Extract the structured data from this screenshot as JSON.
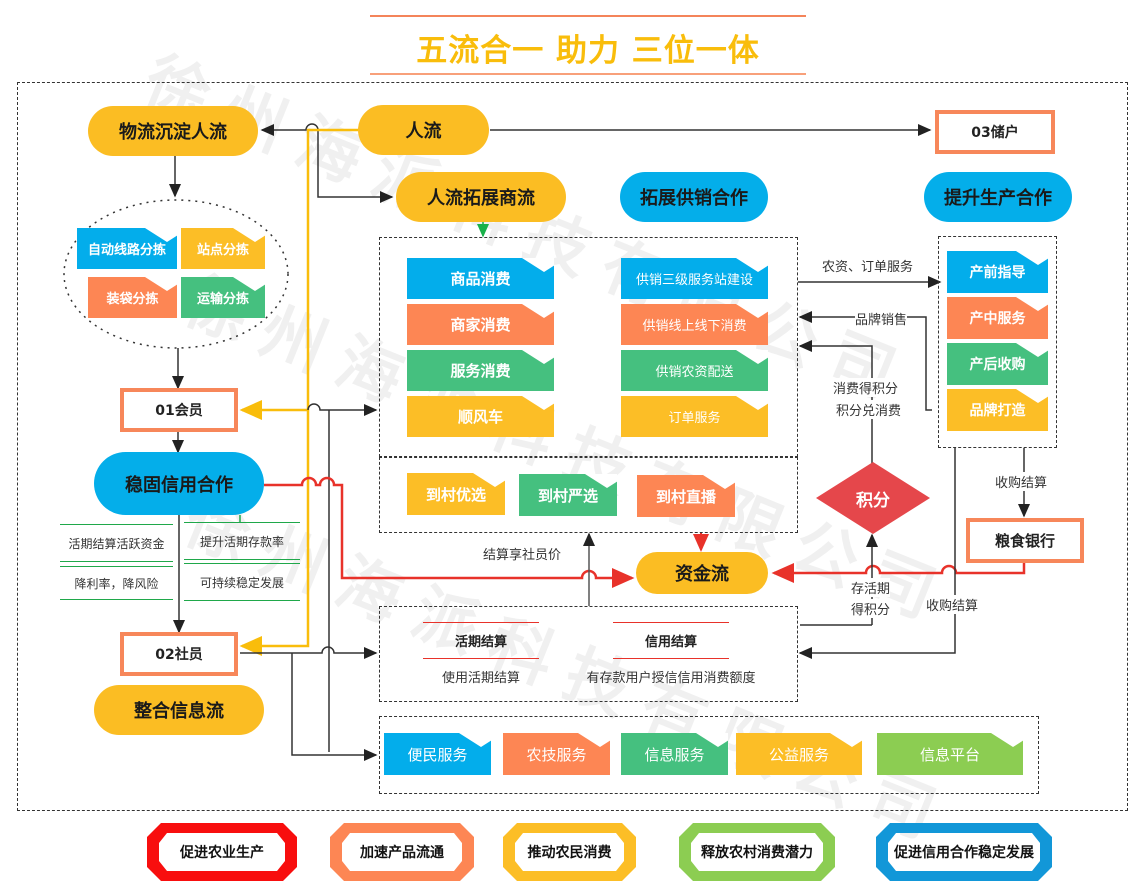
{
  "title": "五流合一  助力  三位一体",
  "nodes": {
    "logistics_flow": "物流沉淀人流",
    "people_flow": "人流",
    "people_to_business": "人流拓展商流",
    "supply_coop": "拓展供销合作",
    "production_coop": "提升生产合作",
    "member01": "01会员",
    "member02": "02社员",
    "member03": "03储户",
    "credit_coop": "稳固信用合作",
    "info_flow": "整合信息流",
    "capital_flow": "资金流",
    "points": "积分",
    "grain_bank": "粮食银行"
  },
  "sorting": [
    {
      "label": "自动线路分拣",
      "color": "blue"
    },
    {
      "label": "站点分拣",
      "color": "yellow"
    },
    {
      "label": "装袋分拣",
      "color": "orange"
    },
    {
      "label": "运输分拣",
      "color": "green"
    }
  ],
  "consumption": [
    {
      "label": "商品消费",
      "color": "blue"
    },
    {
      "label": "商家消费",
      "color": "orange"
    },
    {
      "label": "服务消费",
      "color": "green"
    },
    {
      "label": "顺风车",
      "color": "yellow"
    }
  ],
  "supply_items": [
    {
      "label": "供销三级服务站建设",
      "color": "blue"
    },
    {
      "label": "供销线上线下消费",
      "color": "orange"
    },
    {
      "label": "供销农资配送",
      "color": "green"
    },
    {
      "label": "订单服务",
      "color": "yellow"
    }
  ],
  "village": [
    {
      "label": "到村优选",
      "color": "yellow"
    },
    {
      "label": "到村严选",
      "color": "green"
    },
    {
      "label": "到村直播",
      "color": "orange"
    }
  ],
  "production_items": [
    {
      "label": "产前指导",
      "color": "blue"
    },
    {
      "label": "产中服务",
      "color": "orange"
    },
    {
      "label": "产后收购",
      "color": "green"
    },
    {
      "label": "品牌打造",
      "color": "yellow"
    }
  ],
  "credit_benefits": [
    "活期结算活跃资金",
    "提升活期存款率",
    "降利率，降风险",
    "可持续稳定发展"
  ],
  "settlement": [
    {
      "title": "活期结算",
      "desc": "使用活期结算"
    },
    {
      "title": "信用结算",
      "desc": "有存款用户授信信用消费额度"
    }
  ],
  "services": [
    {
      "label": "便民服务",
      "color": "blue"
    },
    {
      "label": "农技服务",
      "color": "orange"
    },
    {
      "label": "信息服务",
      "color": "green"
    },
    {
      "label": "公益服务",
      "color": "yellow"
    },
    {
      "label": "信息平台",
      "color": "lime"
    }
  ],
  "edge_labels": {
    "agri_order": "农资、订单服务",
    "brand_sales": "品牌销售",
    "points_earn": "消费得积分",
    "points_redeem": "积分兑消费",
    "purchase_settle_1": "收购结算",
    "purchase_settle_2": "收购结算",
    "deposit_points_1": "存活期",
    "deposit_points_2": "得积分",
    "member_price": "结算享社员价"
  },
  "goals": [
    {
      "label": "促进农业生产",
      "color": "#f80e0e"
    },
    {
      "label": "加速产品流通",
      "color": "#fd8654"
    },
    {
      "label": "推动农民消费",
      "color": "#fcbe26"
    },
    {
      "label": "释放农村消费潜力",
      "color": "#8ccd52"
    },
    {
      "label": "促进信用合作稳定发展",
      "color": "#1297d8"
    }
  ],
  "watermark": "徐州海派科技有限公司"
}
